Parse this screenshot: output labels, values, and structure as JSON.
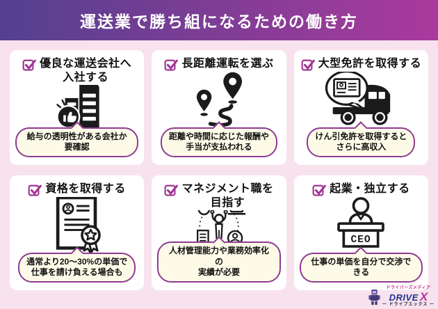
{
  "header": {
    "title": "運送業で勝ち組になるための働き方"
  },
  "cards": [
    {
      "title": "優良な運送会社へ\n入社する",
      "note": "給与の透明性がある会社か要確認",
      "icon": "company-thumbsup"
    },
    {
      "title": "長距離運転を選ぶ",
      "note": "距離や時間に応じた報酬や\n手当が支払われる",
      "icon": "route-pins"
    },
    {
      "title": "大型免許を取得する",
      "note": "けん引免許を取得すると\nさらに高収入",
      "icon": "truck-license"
    },
    {
      "title": "資格を取得する",
      "note": "通常より20〜30%の単価で\n仕事を請け負える場合も",
      "icon": "certificate"
    },
    {
      "title": "マネジメント職を\n目指す",
      "note": "人材管理能力や業務効率化の\n実績が必要",
      "icon": "management-skills"
    },
    {
      "title": "起業・独立する",
      "note": "仕事の単価を自分で交渉できる",
      "icon": "ceo-desk"
    }
  ],
  "icons": {
    "ceo_sign": "CEO"
  },
  "logo": {
    "tagline": "ドライバーズメディア",
    "brand": "DRIVE",
    "brand_x": "X",
    "subtitle": "ー ドライブエックス ー"
  },
  "colors": {
    "header_grad_left": "#54408F",
    "header_grad_right": "#AA3A9C",
    "bg_pink": "#F7E2EE",
    "accent": "#A03595",
    "note_border": "#8E3B92",
    "note_bg": "#FDFBE8",
    "ink": "#1B1B1B"
  }
}
